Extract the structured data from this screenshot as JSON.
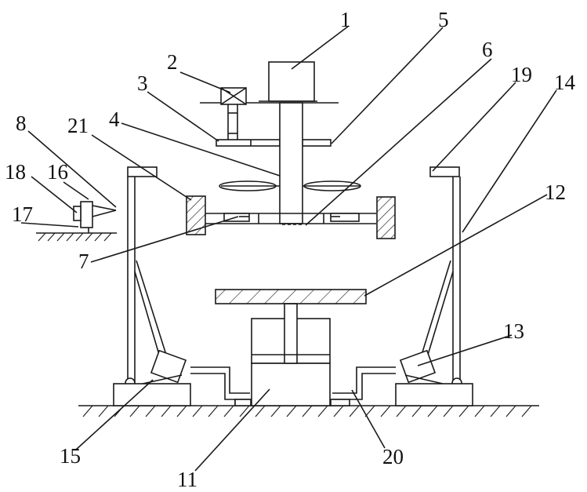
{
  "labels": {
    "l1": "1",
    "l2": "2",
    "l3": "3",
    "l4": "4",
    "l5": "5",
    "l6": "6",
    "l7": "7",
    "l8": "8",
    "l11": "11",
    "l12": "12",
    "l13": "13",
    "l14": "14",
    "l15": "15",
    "l16": "16",
    "l17": "17",
    "l18": "18",
    "l19": "19",
    "l20": "20",
    "l21": "21"
  },
  "colors": {
    "stroke": "#1a1a1a",
    "background": "#ffffff"
  }
}
